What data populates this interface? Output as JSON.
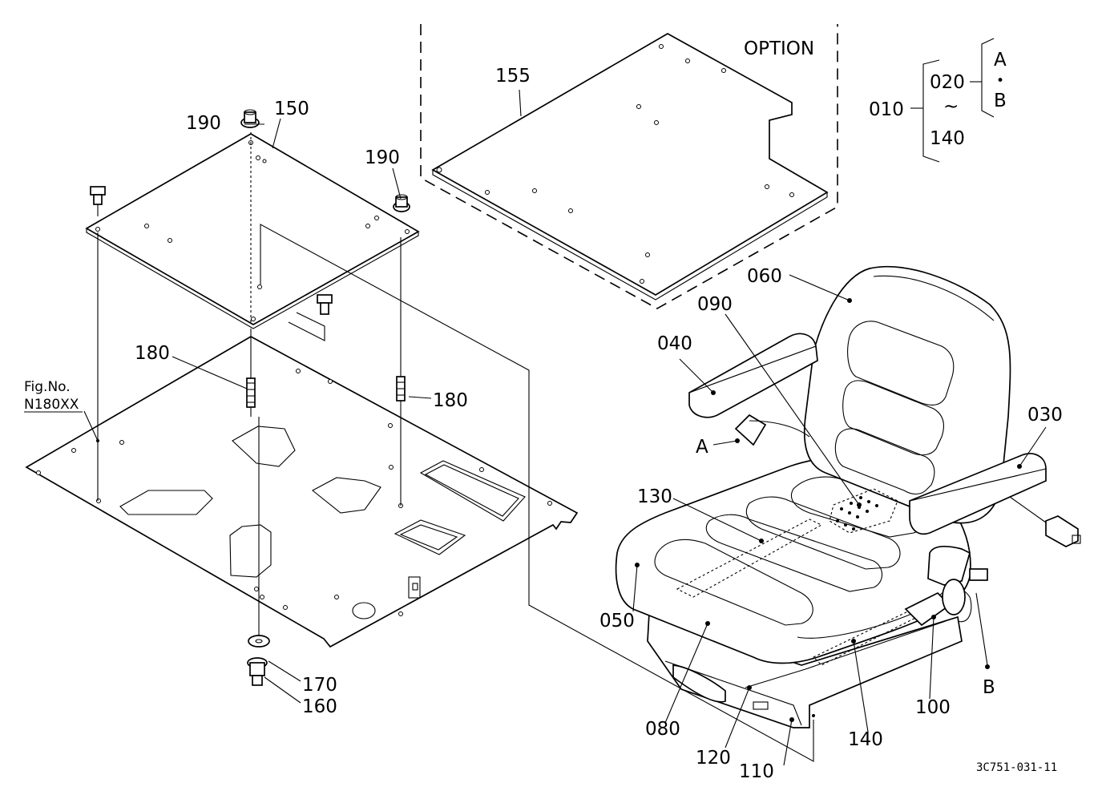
{
  "labels": {
    "option": "OPTION",
    "p010": "010",
    "p020": "020",
    "tilde": "~",
    "p140_range": "140",
    "a_top": "A",
    "bullet": "•",
    "b_top": "B",
    "p155": "155",
    "p150": "150",
    "p190_left": "190",
    "p190_right": "190",
    "p180_left": "180",
    "p180_right": "180",
    "p170": "170",
    "p160": "160",
    "fig_no": "Fig.No.",
    "fig_ref": "N180XX",
    "p060": "060",
    "p090": "090",
    "p040": "040",
    "p030": "030",
    "a_point": "A",
    "b_point": "B",
    "p130": "130",
    "p050": "050",
    "p080": "080",
    "p120": "120",
    "p110": "110",
    "p140": "140",
    "p100": "100",
    "drawing_code": "3C751-031-11"
  }
}
